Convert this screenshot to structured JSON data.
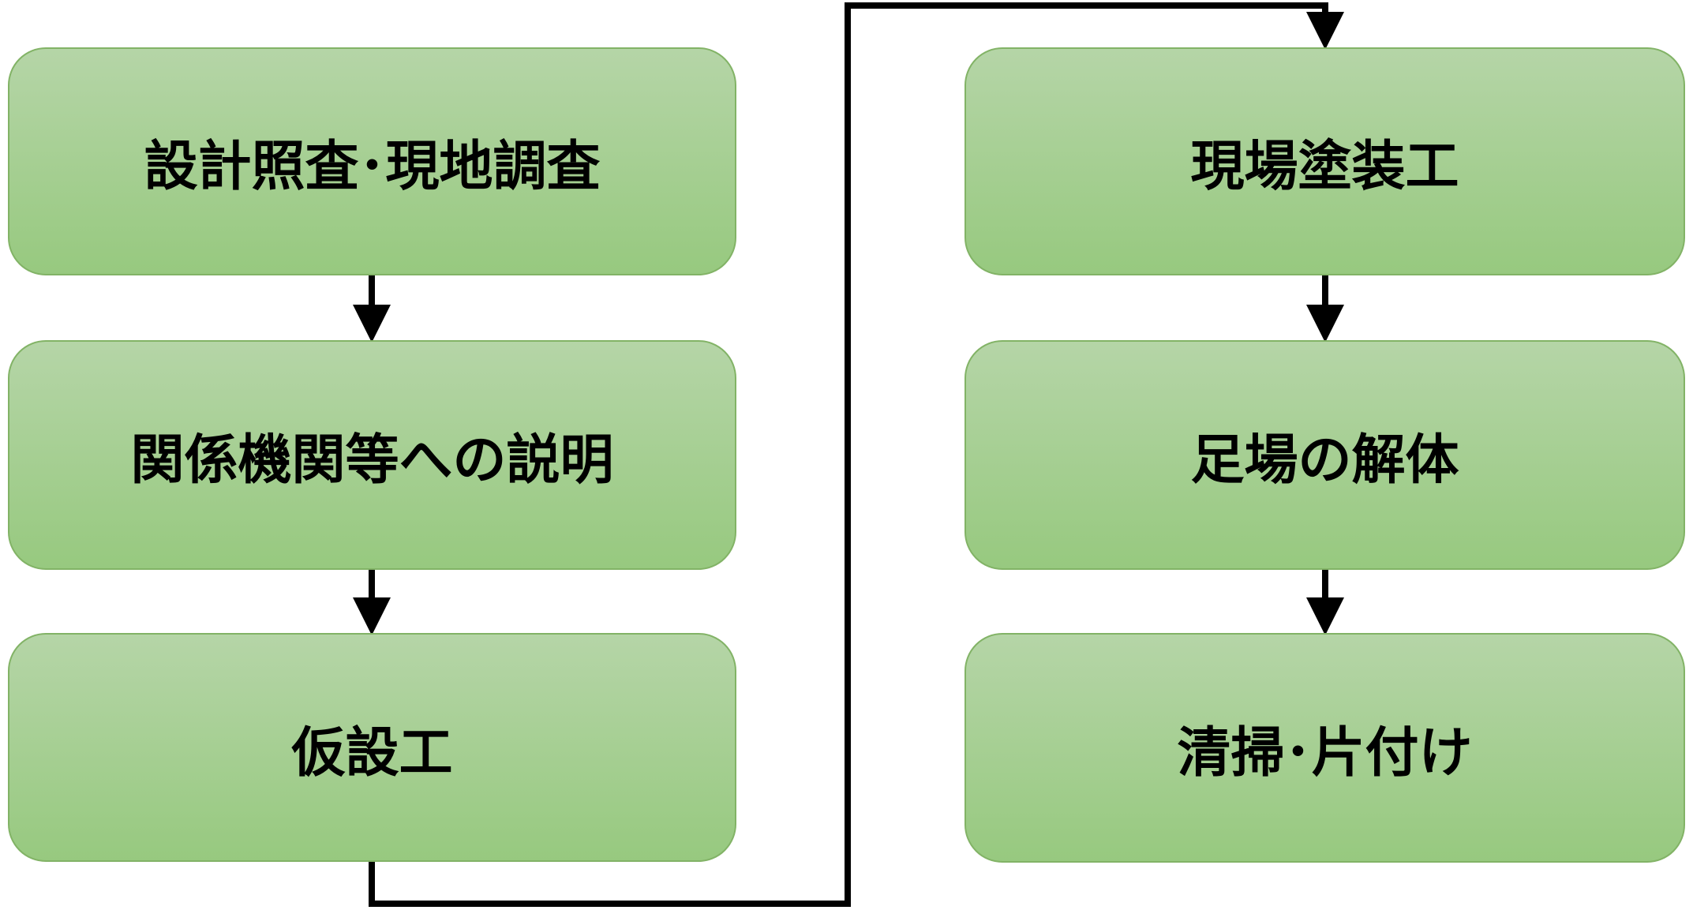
{
  "steps": {
    "s1": "設計照査･現地調査",
    "s2": "関係機関等への説明",
    "s3": "仮設工",
    "s4": "現場塗装工",
    "s5": "足場の解体",
    "s6": "清掃･片付け"
  },
  "colors": {
    "fill_top": "#b5d5a7",
    "fill_bottom": "#97c97f",
    "border": "#82b366",
    "connector": "#000000"
  }
}
